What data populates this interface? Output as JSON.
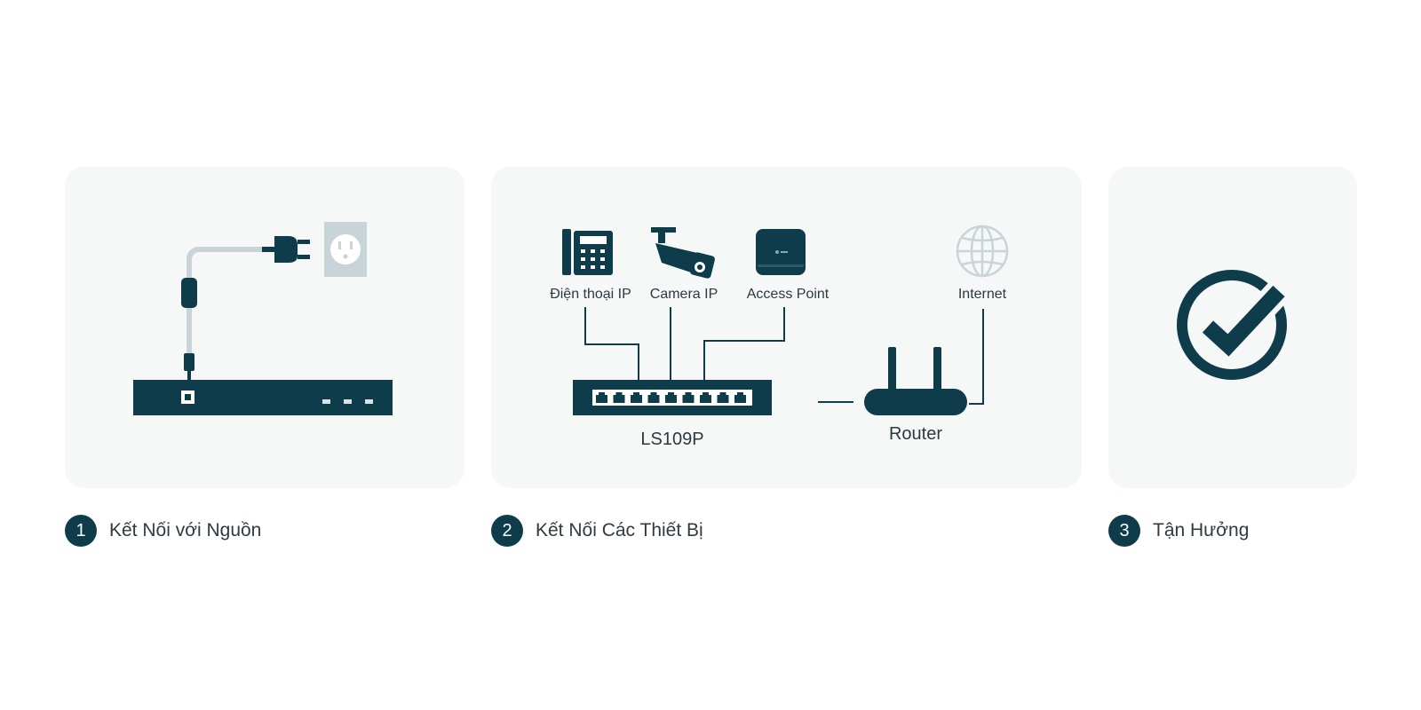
{
  "colors": {
    "primary": "#0e3c4b",
    "card_bg": "#f6f7f7",
    "light": "#c8d4d8"
  },
  "steps": [
    {
      "number": "1",
      "label": "Kết Nối với Nguồn"
    },
    {
      "number": "2",
      "label": "Kết Nối Các Thiết Bị"
    },
    {
      "number": "3",
      "label": "Tận Hưởng"
    }
  ],
  "diagram": {
    "devices": {
      "ip_phone": "Điện thoại IP",
      "ip_camera": "Camera IP",
      "access_point": "Access Point",
      "internet": "Internet"
    },
    "switch_model": "LS109P",
    "router": "Router"
  },
  "icons": {
    "card1": [
      "power-plug-icon",
      "wall-outlet-icon",
      "switch-rear-panel-icon"
    ],
    "card2": [
      "ip-phone-icon",
      "ip-camera-icon",
      "access-point-icon",
      "globe-icon",
      "switch-icon",
      "router-icon"
    ],
    "card3": [
      "check-circle-icon"
    ]
  }
}
